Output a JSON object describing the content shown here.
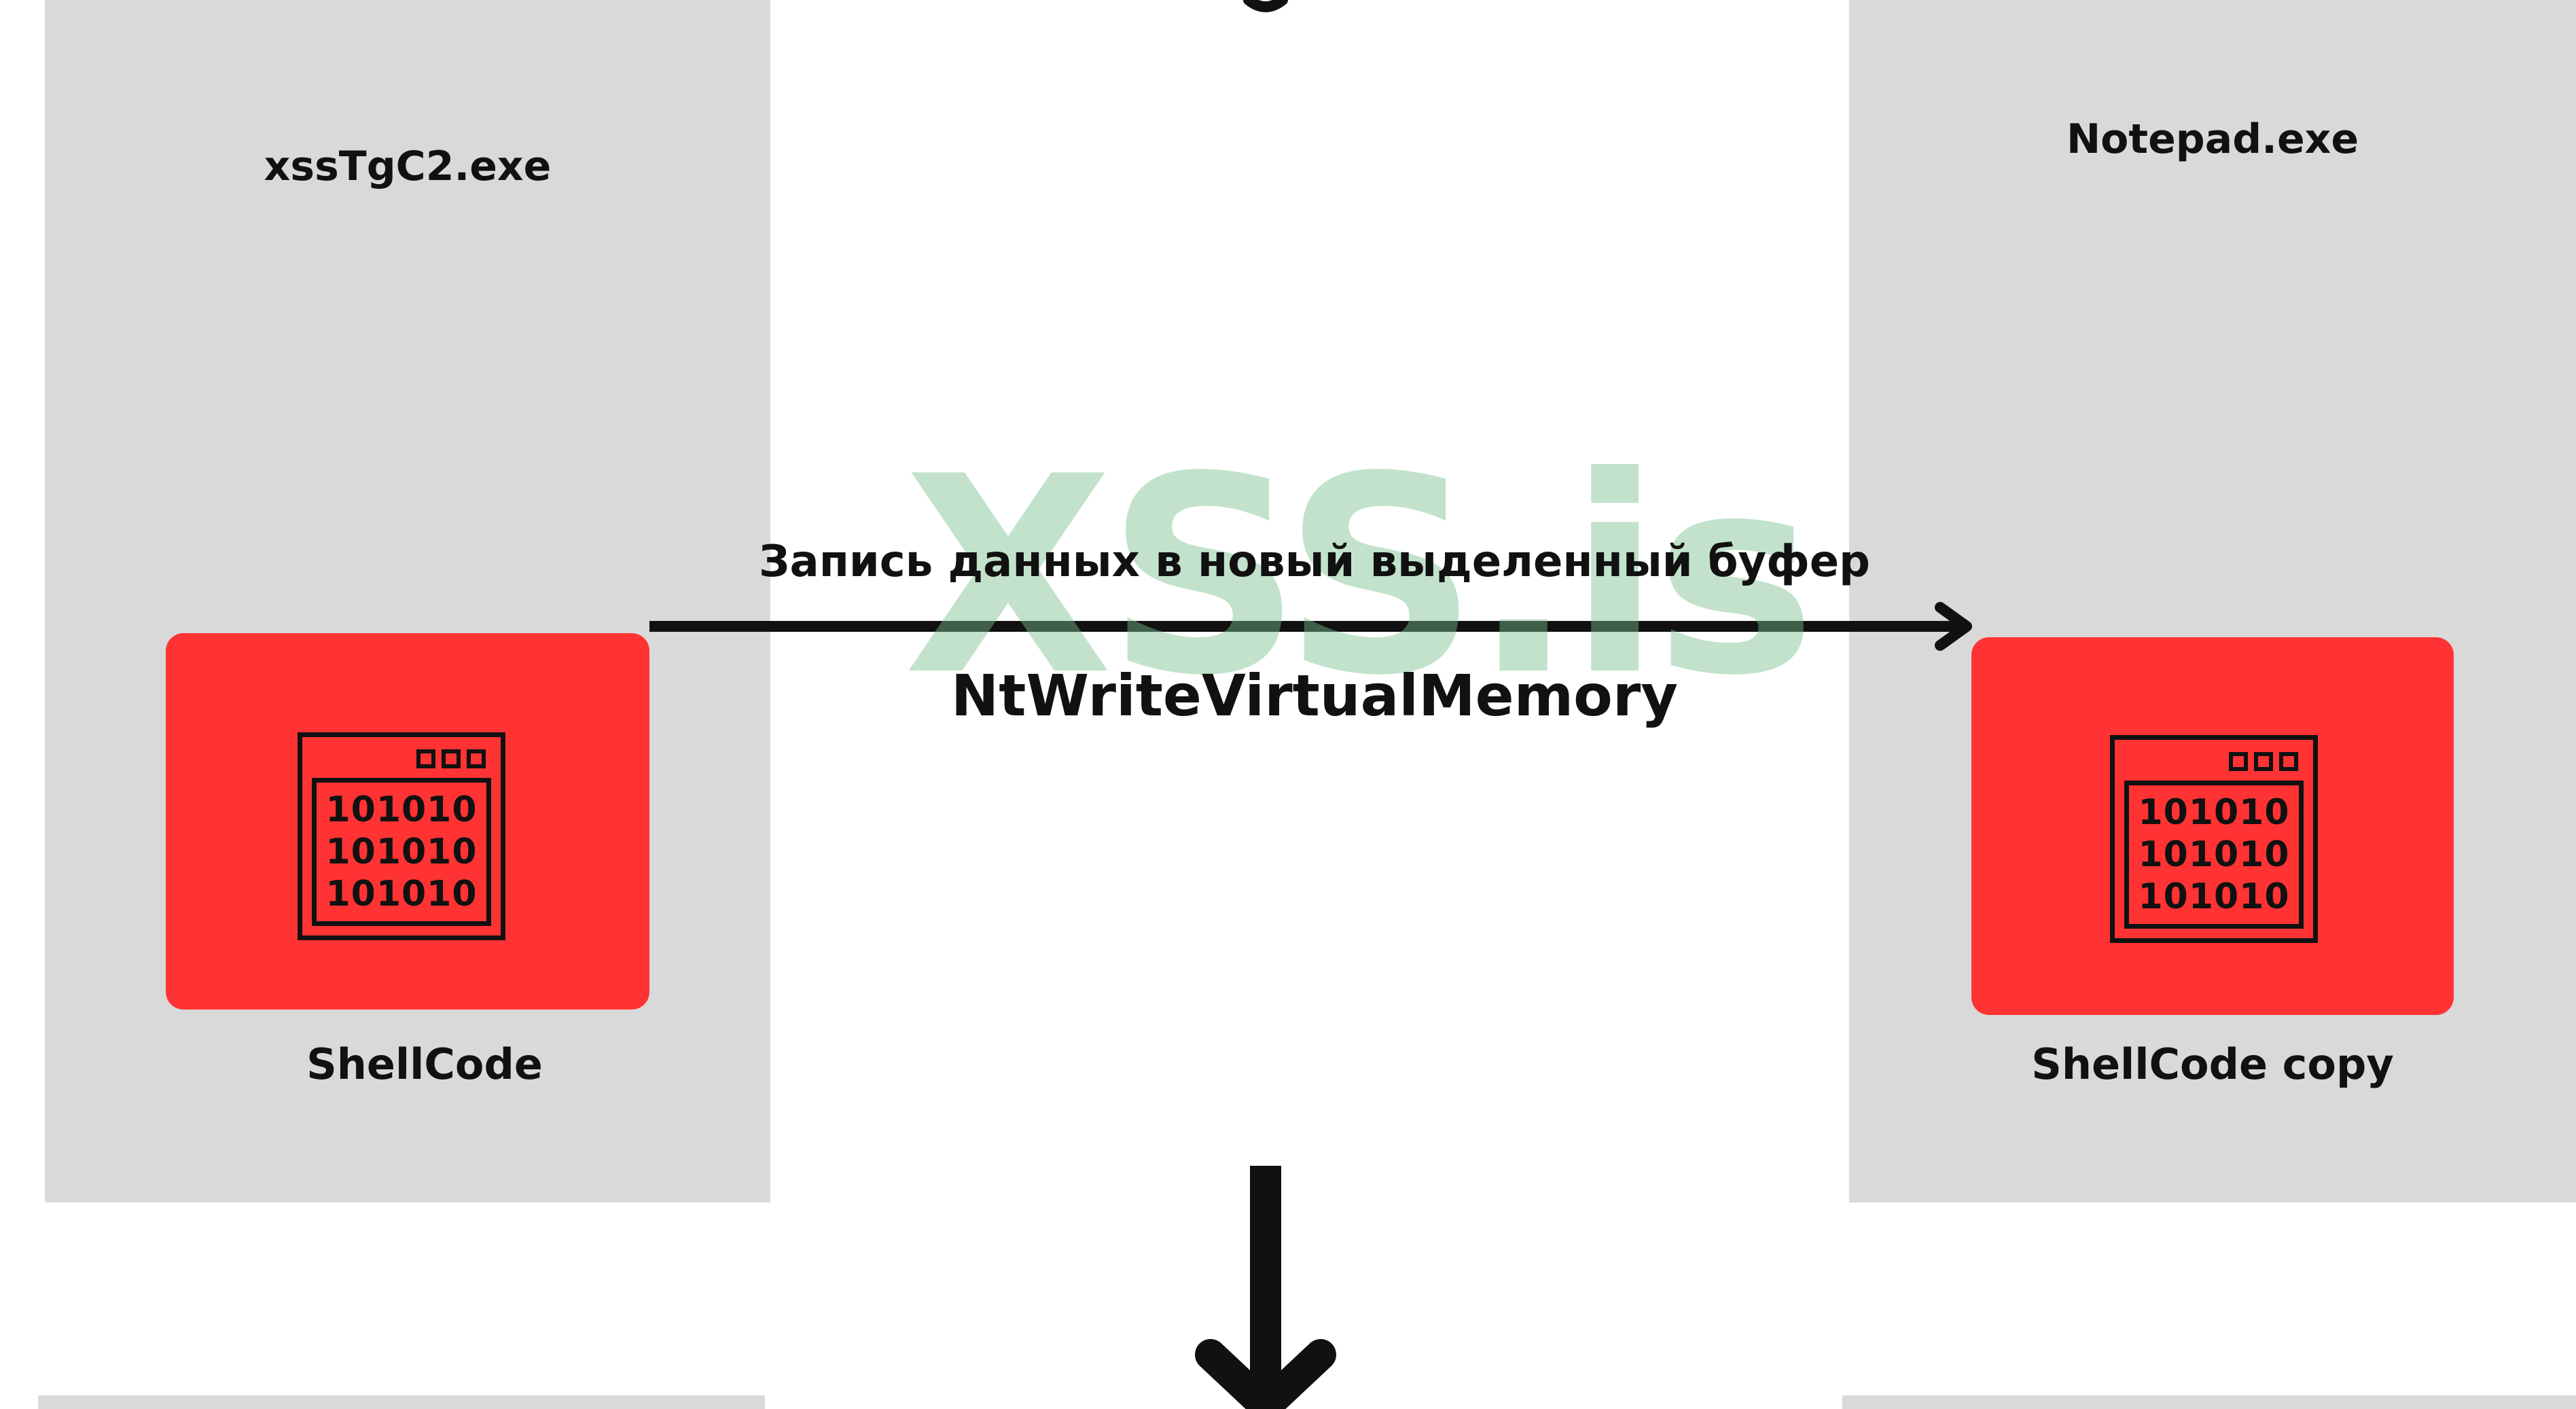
{
  "left_process": {
    "title": "xssTgC2.exe",
    "buffer_label": "ShellCode",
    "binary_lines": [
      "101010",
      "101010",
      "101010"
    ]
  },
  "right_process": {
    "title": "Notepad.exe",
    "buffer_label": "ShellCode copy",
    "binary_lines": [
      "101010",
      "101010",
      "101010"
    ]
  },
  "arrow": {
    "caption": "Запись данных в новый выделенный буфер",
    "api_call": "NtWriteVirtualMemory"
  },
  "watermark": "XSS.is",
  "colors": {
    "panel": "#d9d9d9",
    "buffer_box": "#ff3333",
    "ink": "#111111",
    "watermark": "#8cc9a0"
  },
  "icons": {
    "buffer_icon": "binary-window-icon",
    "arrow_right": "arrow-right-icon",
    "arrow_down": "arrow-down-icon"
  }
}
